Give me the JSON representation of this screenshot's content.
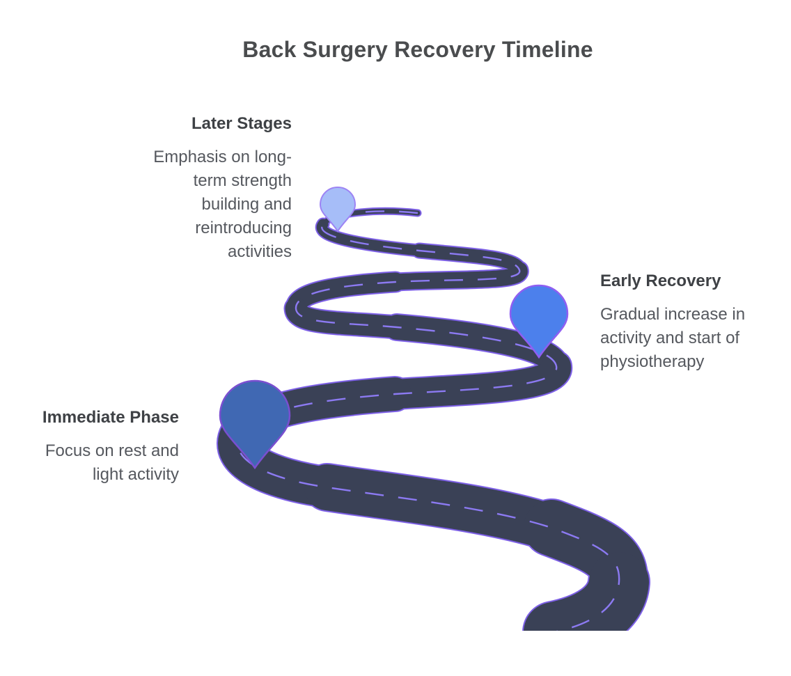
{
  "title": "Back Surgery Recovery Timeline",
  "milestones": [
    {
      "label": "Later Stages",
      "description": "Emphasis on long-term strength building and reintroducing activities",
      "lines": [
        "Emphasis on long-",
        "term strength",
        "building and",
        "reintroducing",
        "activities"
      ],
      "pin": {
        "fill": "#A6BDF8",
        "stroke": "#9D84F4"
      }
    },
    {
      "label": "Early Recovery",
      "description": "Gradual increase in activity and start of physiotherapy",
      "lines": [
        "Gradual increase in",
        "activity and start of",
        "physiotherapy"
      ],
      "pin": {
        "fill": "#4C80EC",
        "stroke": "#8F5EF2"
      }
    },
    {
      "label": "Immediate Phase",
      "description": "Focus on rest and light activity",
      "lines": [
        "Focus on rest and",
        "light activity"
      ],
      "pin": {
        "fill": "#4068B3",
        "stroke": "#7A4FD0"
      }
    }
  ],
  "road": {
    "surface_color": "#3A4156",
    "outline_color": "#7D60E6",
    "dash_color": "#8C7AF2"
  },
  "colors": {
    "background": "#FFFFFF",
    "title_text": "#4A4C4E",
    "heading_text": "#3E4145",
    "body_text": "#55585E"
  }
}
